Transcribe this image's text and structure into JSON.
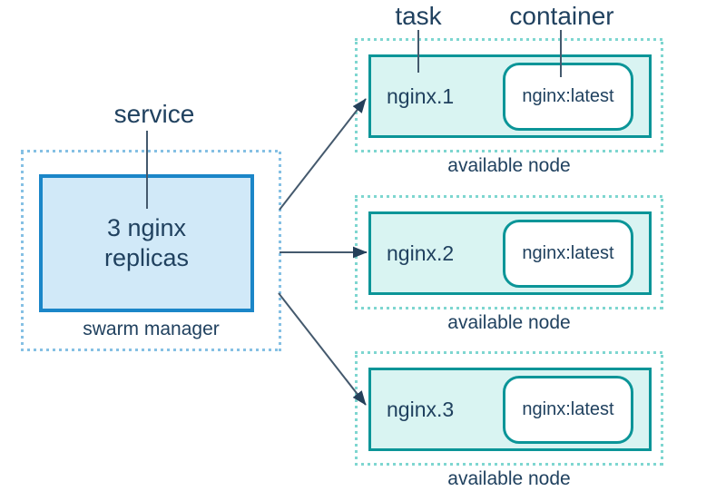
{
  "labels": {
    "service": "service",
    "task": "task",
    "container": "container"
  },
  "manager": {
    "replicas_line1": "3 nginx",
    "replicas_line2": "replicas",
    "caption": "swarm manager"
  },
  "nodes": [
    {
      "task_name": "nginx.1",
      "container_image": "nginx:latest",
      "caption": "available node"
    },
    {
      "task_name": "nginx.2",
      "container_image": "nginx:latest",
      "caption": "available node"
    },
    {
      "task_name": "nginx.3",
      "container_image": "nginx:latest",
      "caption": "available node"
    }
  ],
  "colors": {
    "text": "#20415f",
    "service-border": "#1b86c8",
    "service-fill": "#d1e9f8",
    "manager-dotted": "#85c0e4",
    "task-border": "#0b9598",
    "task-fill": "#d9f4f2",
    "node-dotted": "#7ed6d0",
    "container-fill": "#ffffff",
    "line": "#44596d",
    "arrowhead": "#25405a"
  }
}
